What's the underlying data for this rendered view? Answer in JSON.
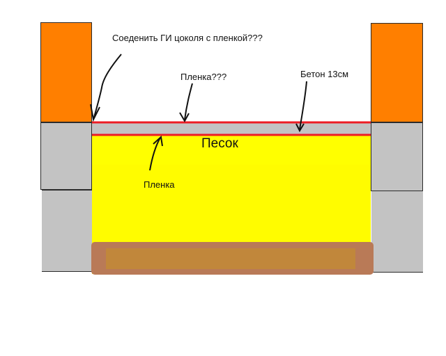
{
  "colors": {
    "brick": "#ff7f00",
    "plinth": "#c3c3c3",
    "sand": "#ffff00",
    "concrete": "#c3c3c3",
    "film": "#ed1c24",
    "footing_outer": "#b97a57",
    "footing_inner": "#c1873b",
    "arrow": "#111111"
  },
  "labels": {
    "connect_question": "Соеденить ГИ цоколя с пленкой???",
    "film_top": "Пленка???",
    "concrete": "Бетон 13см",
    "sand": "Песок",
    "film_bottom": "Пленка"
  }
}
